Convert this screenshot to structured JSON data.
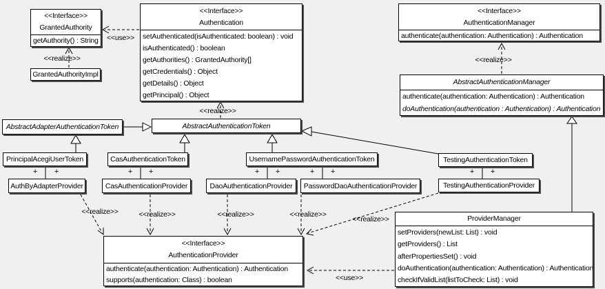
{
  "colors": {
    "background": "#f0f0f0",
    "box_fill": "#ffffff",
    "border": "#000000",
    "shadow": "#4a4a4a"
  },
  "labels": {
    "realize": "<<realize>>",
    "use": "<<use>>",
    "plus": "+"
  },
  "classes": {
    "granted_authority": {
      "stereotype": "<<Interface>>",
      "name": "GrantedAuthority",
      "methods": [
        "getAuthority() : String"
      ]
    },
    "granted_authority_impl": {
      "name": "GrantedAuthorityImpl"
    },
    "authentication": {
      "stereotype": "<<Interface>>",
      "name": "Authentication",
      "methods": [
        "setAuthenticated(isAuthenticated: boolean) : void",
        "isAuthenticated() : boolean",
        "getAuthorities() : GrantedAuthority[]",
        "getCredentials() : Object",
        "getDetails() : Object",
        "getPrincipal() : Object"
      ]
    },
    "authentication_manager": {
      "stereotype": "<<Interface>>",
      "name": "AuthenticationManager",
      "methods": [
        "authenticate(authentication: Authentication) : Authentication"
      ]
    },
    "abstract_authentication_manager": {
      "name": "AbstractAuthenticationManager",
      "methods": [
        "authenticate(authentication: Authentication) : Authentication",
        "doAuthentication(authentication : Authentication) : Authentication"
      ]
    },
    "abstract_adapter_authentication_token": {
      "name": "AbstractAdapterAuthenticationToken"
    },
    "abstract_authentication_token": {
      "name": "AbstractAuthenticationToken"
    },
    "principal_acegi_user_token": {
      "name": "PrincipalAcegiUserToken"
    },
    "cas_authentication_token": {
      "name": "CasAuthenticationToken"
    },
    "username_password_authentication_token": {
      "name": "UsernamePasswordAuthenticationToken"
    },
    "testing_authentication_token": {
      "name": "TestingAuthenticationToken"
    },
    "auth_by_adapter_provider": {
      "name": "AuthByAdapterProvider"
    },
    "cas_authentication_provider": {
      "name": "CasAuthenticationProvider"
    },
    "dao_authentication_provider": {
      "name": "DaoAuthenticationProvider"
    },
    "password_dao_authentication_provider": {
      "name": "PasswordDaoAuthenticationProvider"
    },
    "testing_authentication_provider": {
      "name": "TestingAuthenticationProvider"
    },
    "authentication_provider": {
      "stereotype": "<<Interface>>",
      "name": "AuthenticationProvider",
      "methods": [
        "authenticate(authentication: Authentication) : Authentication",
        "supports(authentication: Class) : boolean"
      ]
    },
    "provider_manager": {
      "name": "ProviderManager",
      "methods": [
        "setProviders(newList: List) : void",
        "getProviders() : List",
        "afterPropertiesSet() : void",
        "doAuthentication(authentication: Authentication) : Authentication",
        "checkIfValidList(listToCheck: List) : void"
      ]
    }
  }
}
